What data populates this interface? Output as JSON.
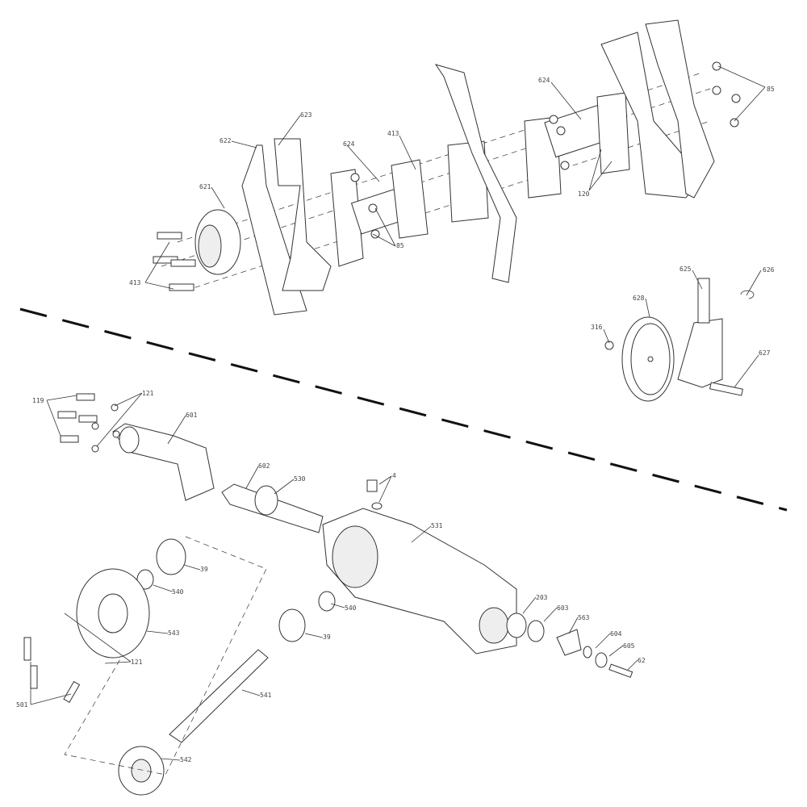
{
  "labels": [
    "623",
    "622",
    "624",
    "621",
    "413",
    "85",
    "413",
    "624",
    "120",
    "85",
    "625",
    "626",
    "628",
    "316",
    "627",
    "119",
    "121",
    "601",
    "602",
    "530",
    "4",
    "531",
    "39",
    "540",
    "543",
    "121",
    "501",
    "540",
    "39",
    "541",
    "542",
    "203",
    "603",
    "563",
    "604",
    "605",
    "62"
  ],
  "colors": {
    "line": "#333333",
    "background": "#ffffff"
  }
}
